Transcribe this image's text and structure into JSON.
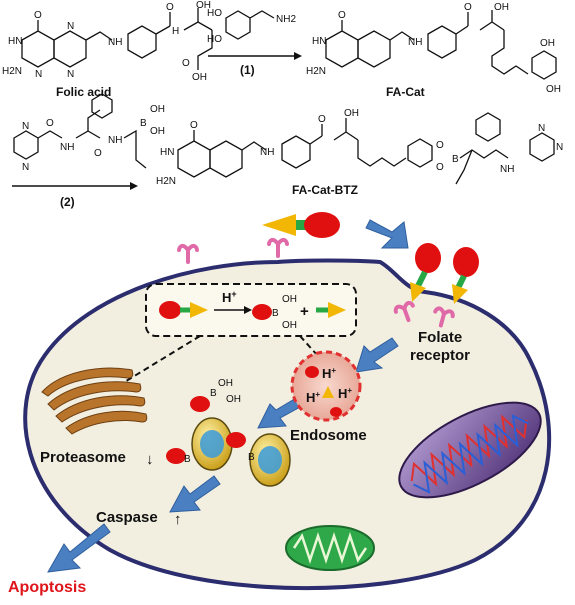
{
  "scheme": {
    "folic_acid_label": "Folic acid",
    "fa_cat_label": "FA-Cat",
    "fa_cat_btz_label": "FA-Cat-BTZ",
    "step1_label": "(1)",
    "step2_label": "(2)",
    "atoms": {
      "O": "O",
      "OH": "OH",
      "NH": "NH",
      "NH2": "NH2",
      "HN": "HN",
      "H2N": "H2N",
      "N": "N",
      "B": "B",
      "HO": "HO",
      "H": "H"
    }
  },
  "cell": {
    "folate_receptor_label": "Folate\nreceptor",
    "folate_receptor_line1": "Folate",
    "folate_receptor_line2": "receptor",
    "endosome_label": "Endosome",
    "proteasome_label": "Proteasome",
    "caspase_label": "Caspase",
    "apoptosis_label": "Apoptosis",
    "inset_acid": "H+",
    "inset_acid_base": "H",
    "inset_acid_sup": "+",
    "inset_plus": "+",
    "boron": "B",
    "oh": "OH",
    "proteasome_arrow": "↓",
    "caspase_arrow": "↑"
  },
  "colors": {
    "cytoplasm": "#f3efe0",
    "membrane": "#2b2d6e",
    "arrow_blue": "#4a7fc1",
    "drug_red": "#e01010",
    "targeting_yellow": "#f2b705",
    "linker_green": "#28a745",
    "receptor_pink": "#e06aa8",
    "endosome_fill": "#f5c6b8",
    "endosome_edge": "#e03030",
    "mitochondrion": "#7a4f9a",
    "apoptosis_red": "#e0141b"
  }
}
